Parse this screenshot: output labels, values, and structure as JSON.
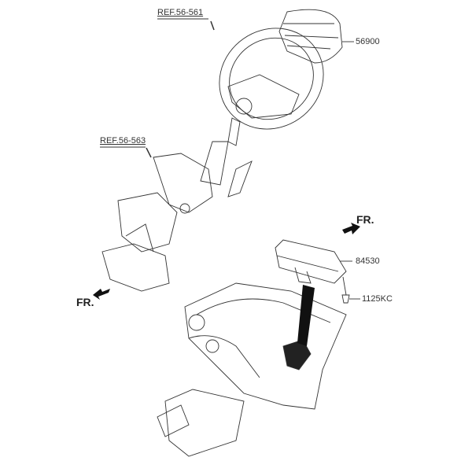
{
  "labels": {
    "steering_wheel_ref": "REF.56-561",
    "driver_airbag": "56900",
    "steering_column_ref": "REF.56-563",
    "passenger_airbag": "84530",
    "bolt": "1125KC",
    "front_right": "FR.",
    "front_left": "FR."
  },
  "colors": {
    "line": "#333333",
    "background": "#ffffff"
  }
}
